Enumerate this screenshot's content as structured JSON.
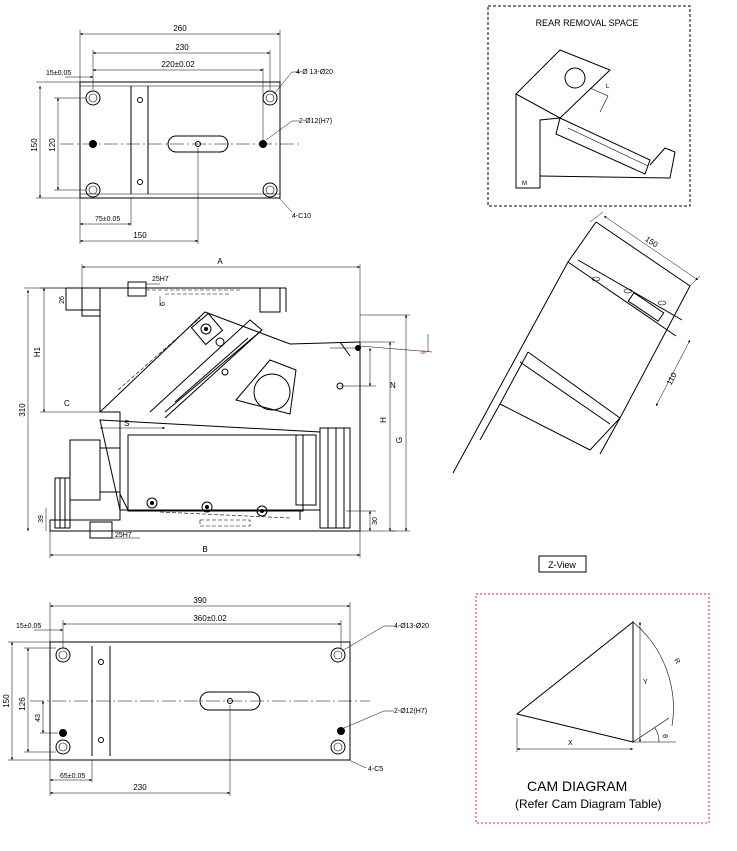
{
  "top_view": {
    "dim_overall": "260",
    "dim_hole_span": "230",
    "dim_pin_span": "220±0.02",
    "dim_edge_offset": "15±0.05",
    "dim_height": "150",
    "dim_height_inner": "120",
    "dim_pin_offset": "75±0.05",
    "dim_slot_pos": "150",
    "callout_holes": "4-Ø 13-Ø20",
    "callout_pins": "2-Ø12(H7)",
    "callout_chamfer": "4-C10"
  },
  "side_view": {
    "label_A": "A",
    "label_B": "B",
    "label_H": "H",
    "label_H1": "H1",
    "label_G": "G",
    "label_N": "N",
    "label_C": "C",
    "label_S": "S",
    "label_theta": "θ",
    "dim_310": "310",
    "dim_26": "26",
    "dim_6": "6",
    "dim_39": "39",
    "dim_30": "30",
    "dim_keyway_top": "25H7",
    "dim_keyway_bottom": "25H7"
  },
  "rear_removal": {
    "title": "REAR REMOVAL SPACE",
    "label_M": "M",
    "label_L": "L"
  },
  "z_view": {
    "dim_150": "150",
    "dim_110": "110",
    "label": "Z-View"
  },
  "bottom_view": {
    "dim_overall": "390",
    "dim_pin_span": "360±0.02",
    "dim_edge_offset": "15±0.05",
    "dim_height": "150",
    "dim_height_inner": "126",
    "dim_pin_offset_v": "43",
    "dim_pin_offset_h": "65±0.05",
    "dim_slot_pos": "230",
    "callout_holes": "4-Ø13-Ø20",
    "callout_pins": "2-Ø12(H7)",
    "callout_chamfer": "4-C5"
  },
  "cam_diagram": {
    "title": "CAM DIAGRAM",
    "subtitle": "(Refer Cam Diagram Table)",
    "label_x": "X",
    "label_y": "Y",
    "label_r": "R",
    "label_theta": "θ"
  },
  "colors": {
    "line": "#000000",
    "frame_red": "#d42a2a",
    "dim_red": "#d42a2a"
  }
}
